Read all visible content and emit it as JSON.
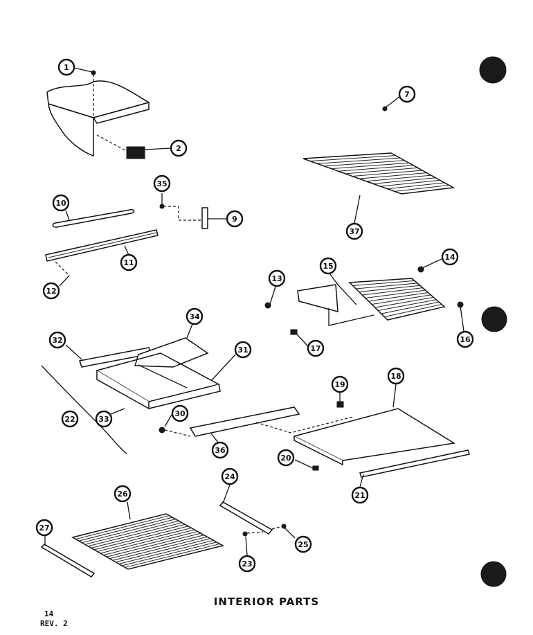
{
  "title": "INTERIOR PARTS",
  "page_number": "14",
  "revision": "REV. 2",
  "callouts": [
    "1",
    "2",
    "7",
    "37",
    "35",
    "9",
    "10",
    "11",
    "12",
    "13",
    "14",
    "15",
    "16",
    "17",
    "34",
    "32",
    "31",
    "22",
    "33",
    "30",
    "36",
    "19",
    "18",
    "20",
    "21",
    "24",
    "26",
    "27",
    "25",
    "23"
  ]
}
